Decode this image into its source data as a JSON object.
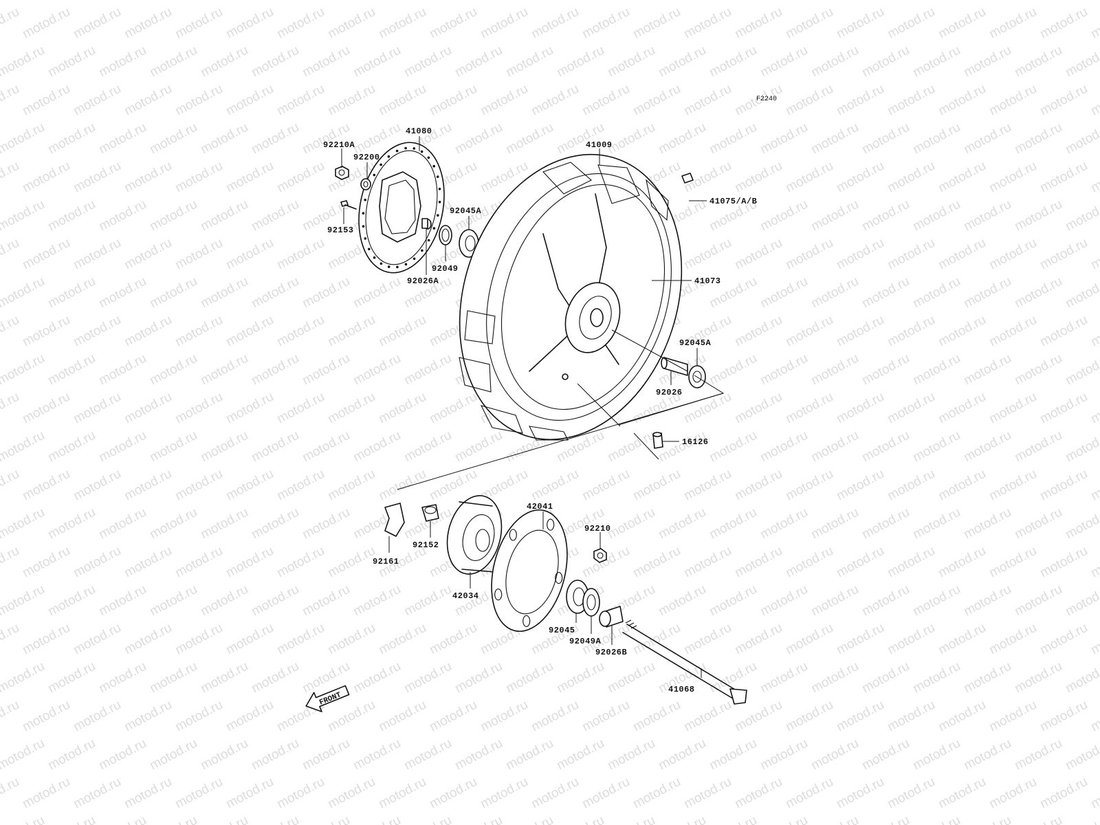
{
  "watermark": {
    "text": "motod.ru"
  },
  "figure_code": "F2240",
  "front_label": "FRONT",
  "parts": {
    "p92210A": "92210A",
    "p41080": "41080",
    "p92200": "92200",
    "p92153": "92153",
    "p92045A_top": "92045A",
    "p92049": "92049",
    "p92026A": "92026A",
    "p41009": "41009",
    "p41075": "41075/A/B",
    "p41073": "41073",
    "p92045A_right": "92045A",
    "p92026": "92026",
    "p16126": "16126",
    "p42041": "42041",
    "p92210": "92210",
    "p92152": "92152",
    "p92161": "92161",
    "p42034": "42034",
    "p92045": "92045",
    "p92049A": "92049A",
    "p92026B": "92026B",
    "p41068": "41068"
  }
}
